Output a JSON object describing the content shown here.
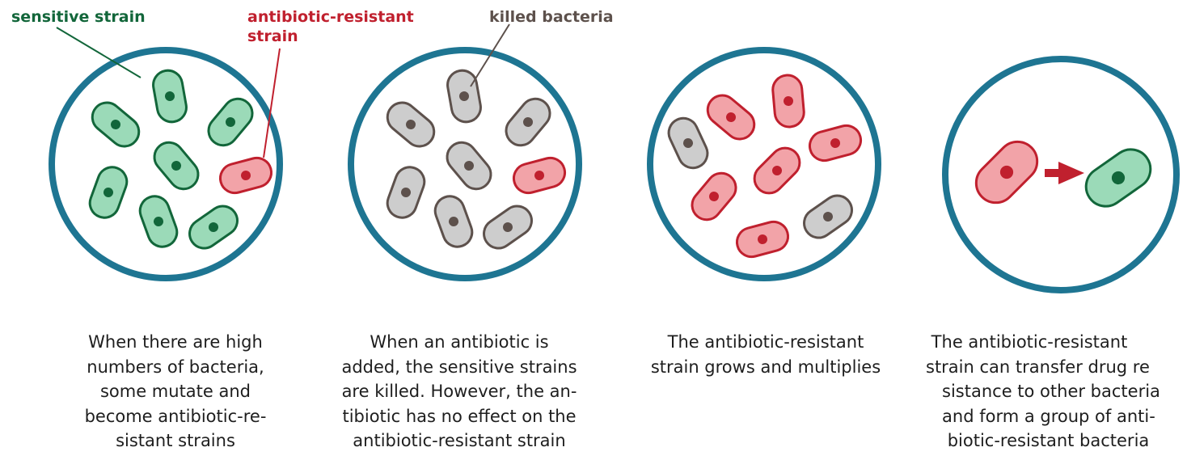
{
  "labels": {
    "sensitive": "sensitive strain",
    "resistant_line1": "antibiotic-resistant",
    "resistant_line2": "strain",
    "killed": "killed bacteria"
  },
  "captions": [
    [
      "When there are high",
      "numbers of bacteria,",
      "some mutate and",
      "become antibiotic-re-",
      "sistant strains"
    ],
    [
      "When an antibiotic is",
      "added, the sensitive strains",
      "are killed. However, the an-",
      "tibiotic has no effect on the",
      "antibiotic-resistant strain"
    ],
    [
      "The antibiotic-resistant",
      "strain grows and multiplies"
    ],
    [
      " The antibiotic-resistant",
      "strain can transfer drug re",
      "   sistance to other bacteria",
      "   and form a group of anti-",
      "    biotic-resistant bacteria"
    ]
  ],
  "colors": {
    "dish": "#1e7592",
    "sensitive_fill": "#9bdab8",
    "sensitive_stroke": "#12663a",
    "resistant_fill": "#f2a3a8",
    "resistant_stroke": "#c0202e",
    "killed_fill": "#cdcdcd",
    "killed_stroke": "#5d514c",
    "arrow": "#c0202e"
  }
}
